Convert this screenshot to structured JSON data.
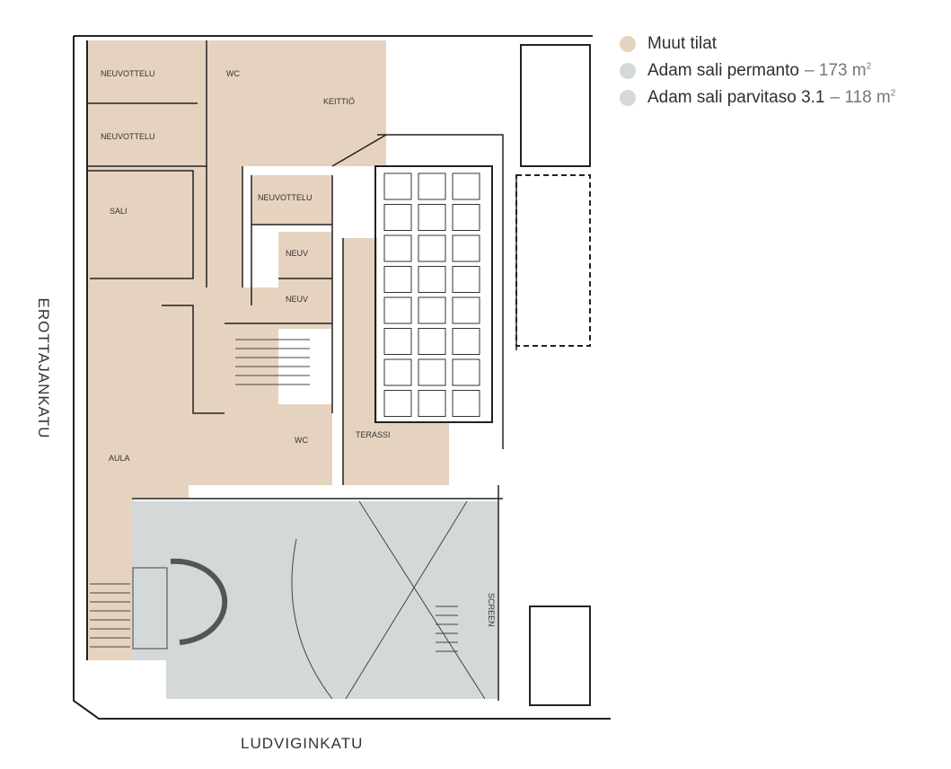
{
  "legend": [
    {
      "label": "Muut tilat",
      "area": "",
      "color": "#e6d3bf"
    },
    {
      "label": "Adam sali permanto",
      "area": "– 173 m",
      "sup": "2",
      "color": "#d4d8d9"
    },
    {
      "label": "Adam sali parvitaso 3.1",
      "area": "– 118 m",
      "sup": "2",
      "color": "#d4d8d9"
    }
  ],
  "streets": {
    "left": "EROTTAJANKATU",
    "bottom": "LUDVIGINKATU"
  },
  "rooms": {
    "neuvottelu1": "NEUVOTTELU",
    "neuvottelu2": "NEUVOTTELU",
    "sali": "SALI",
    "neuvottelu3": "NEUVOTTELU",
    "neuv1": "NEUV",
    "neuv2": "NEUV",
    "wc1": "WC",
    "keittio": "KEITTIÖ",
    "wc2": "WC",
    "terassi": "TERASSI",
    "aula": "AULA",
    "screen": "SCREEN"
  }
}
